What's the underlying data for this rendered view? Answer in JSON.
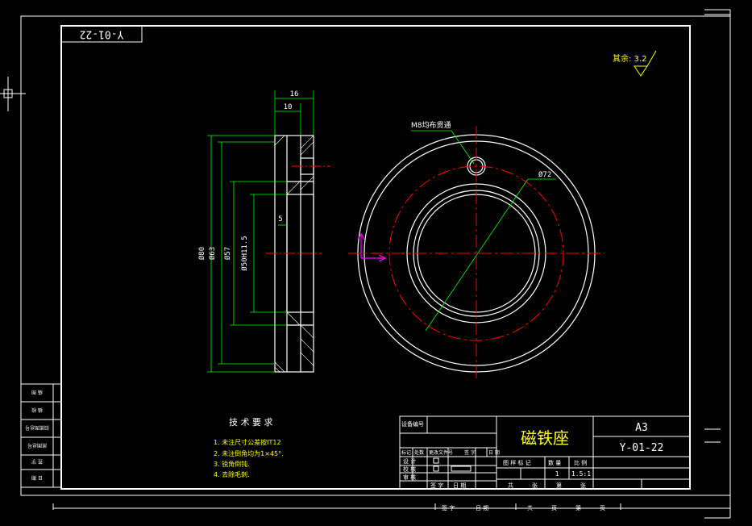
{
  "drawing": {
    "number": "Y-01-22",
    "number_rotated": "Y-01-22",
    "part_name": "磁铁座",
    "sheet_size": "A3",
    "roughness_label": "其余: 3.2",
    "scale": "1.5:1",
    "quantity": "1"
  },
  "section_view": {
    "dims": {
      "total_width": "16",
      "step_width": "10",
      "bore_depth": "5",
      "outer_dia": "Ø80",
      "dia_63": "Ø63",
      "dia_57": "Ø57",
      "bore_dia": "Ø50H11.5"
    }
  },
  "front_view": {
    "hole_note": "M8均布贯通",
    "pitch_dia": "Ø72"
  },
  "tech_requirements": {
    "title": "技 术 要 求",
    "items": [
      "1. 未注尺寸公差按IT12",
      "2. 未注倒角均为1×45°.",
      "3. 锐角倒钝.",
      "4. 去除毛刺."
    ]
  },
  "title_block": {
    "design_code_label": "设备编号",
    "row1": [
      "标记",
      "处数",
      "更改文件号",
      "签 字",
      "日 期"
    ],
    "left_labels": [
      "设 计",
      "校 核",
      "审 核"
    ],
    "bottom_labels": [
      "签 字",
      "日 期"
    ],
    "header_cols": [
      "图 样 标 记",
      "数 量",
      "比 例"
    ],
    "sheet_labels": [
      "共",
      "张",
      "第",
      "张"
    ]
  },
  "left_strip": {
    "cells": [
      "描 图",
      "描 校",
      "旧底图总号",
      "底图总号",
      "签 字",
      "日 期"
    ]
  },
  "bottom_strip": {
    "labels": [
      "签 字",
      "日 期",
      "共",
      "页",
      "第",
      "页"
    ]
  }
}
